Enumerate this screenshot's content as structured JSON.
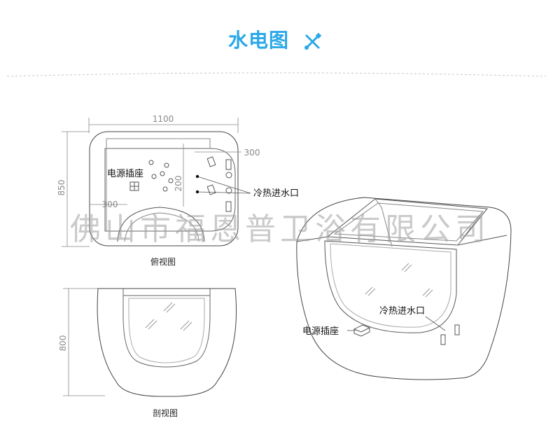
{
  "header": {
    "title": "水电图",
    "icon": "tools-icon",
    "accent": "#2aa8e8"
  },
  "top_view": {
    "dim_width": "1100",
    "dim_depth": "850",
    "dim_300_right": "300",
    "dim_200": "200",
    "dim_300_left": "300",
    "label_power": "电源插座",
    "label_water": "冷热进水口",
    "caption": "俯视图"
  },
  "section_view": {
    "dim_height": "800",
    "caption": "剖视图"
  },
  "iso_view": {
    "label_water": "冷热进水口",
    "label_power": "电源插座"
  },
  "watermark": "佛山市福恩普卫浴有限公司"
}
